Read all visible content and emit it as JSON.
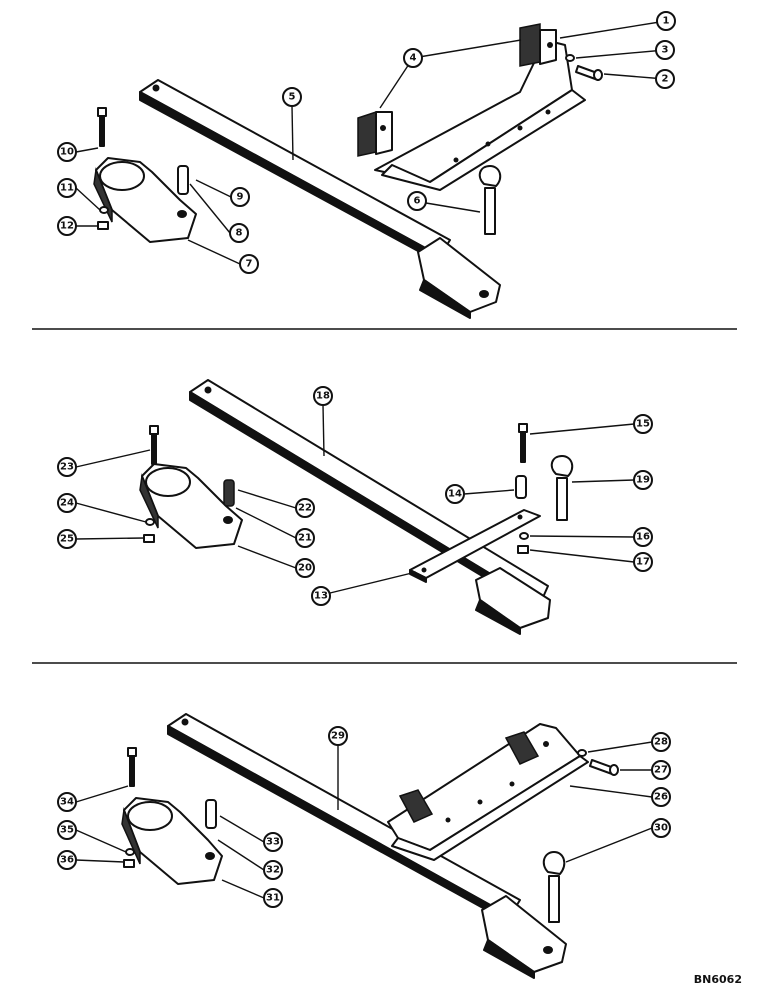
{
  "drawing_code": "BN6062",
  "callouts": {
    "c1": "1",
    "c2": "2",
    "c3": "3",
    "c4": "4",
    "c5": "5",
    "c6": "6",
    "c7": "7",
    "c8": "8",
    "c9": "9",
    "c10": "10",
    "c11": "11",
    "c12": "12",
    "c13": "13",
    "c14": "14",
    "c15": "15",
    "c16": "16",
    "c17": "17",
    "c18": "18",
    "c19": "19",
    "c20": "20",
    "c21": "21",
    "c22": "22",
    "c23": "23",
    "c24": "24",
    "c25": "25",
    "c26": "26",
    "c27": "27",
    "c28": "28",
    "c29": "29",
    "c30": "30",
    "c31": "31",
    "c32": "32",
    "c33": "33",
    "c34": "34",
    "c35": "35",
    "c36": "36"
  }
}
